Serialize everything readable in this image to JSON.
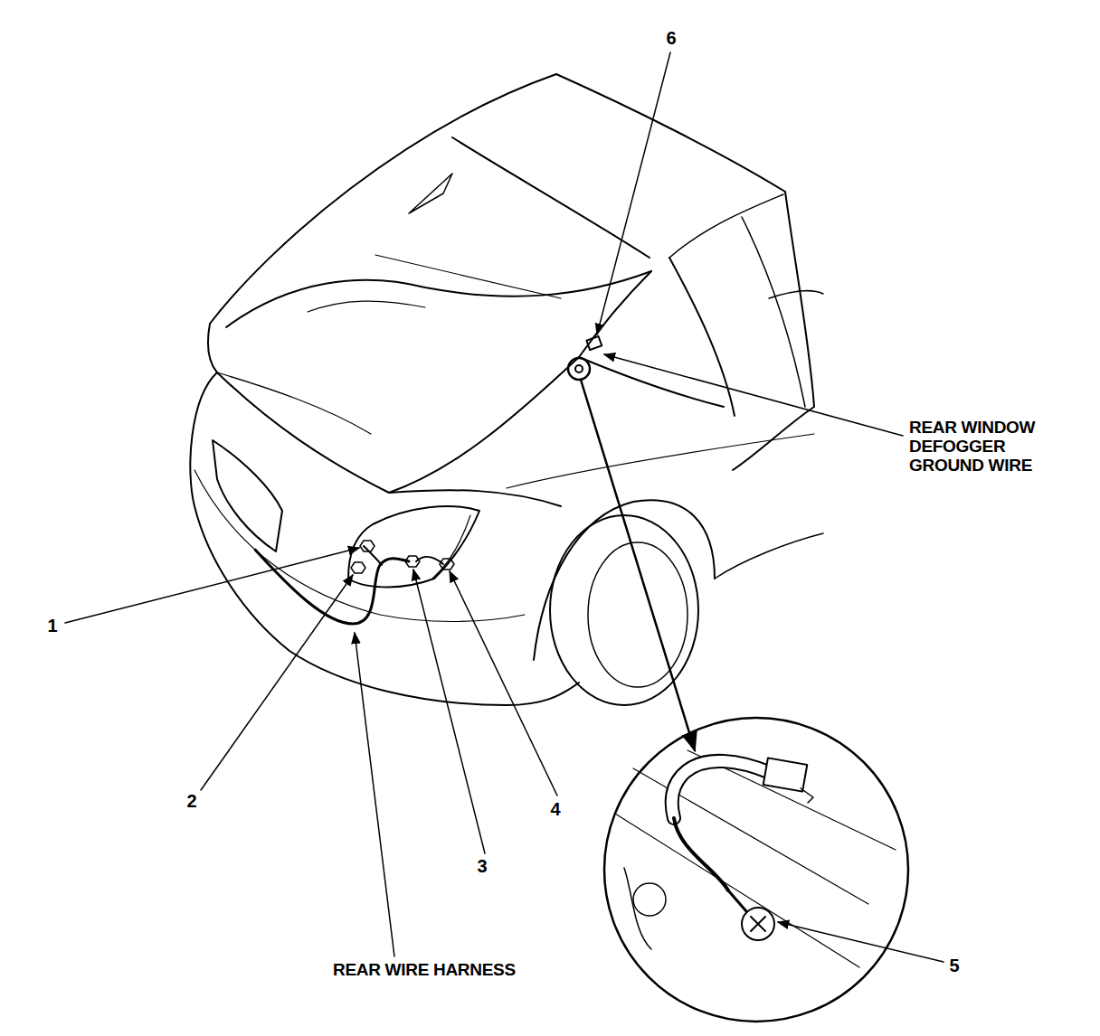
{
  "diagram": {
    "labels": [
      "6",
      "REAR WINDOW DEFOGGER GROUND WIRE",
      "1",
      "2",
      "4",
      "3",
      "5",
      "REAR WIRE HARNESS"
    ]
  }
}
